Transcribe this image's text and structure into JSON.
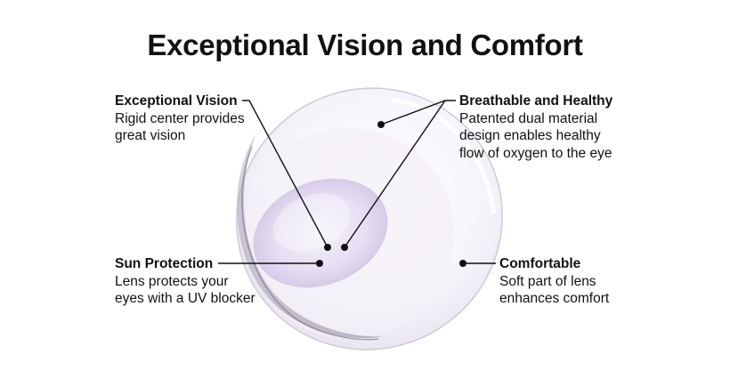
{
  "title": "Exceptional Vision and Comfort",
  "callouts": {
    "exceptional_vision": {
      "heading": "Exceptional Vision",
      "description": "Rigid center provides\ngreat vision"
    },
    "breathable": {
      "heading": "Breathable and Healthy",
      "description": "Patented dual material\ndesign enables healthy\nflow of oxygen to the eye"
    },
    "sun_protection": {
      "heading": "Sun Protection",
      "description": "Lens protects your\neyes with a UV blocker"
    },
    "comfortable": {
      "heading": "Comfortable",
      "description": "Soft part of lens\nenhances comfort"
    }
  },
  "colors": {
    "lens_tint": "#e4ddf0",
    "center_tint": "#ddd2ef",
    "line": "#111111"
  }
}
